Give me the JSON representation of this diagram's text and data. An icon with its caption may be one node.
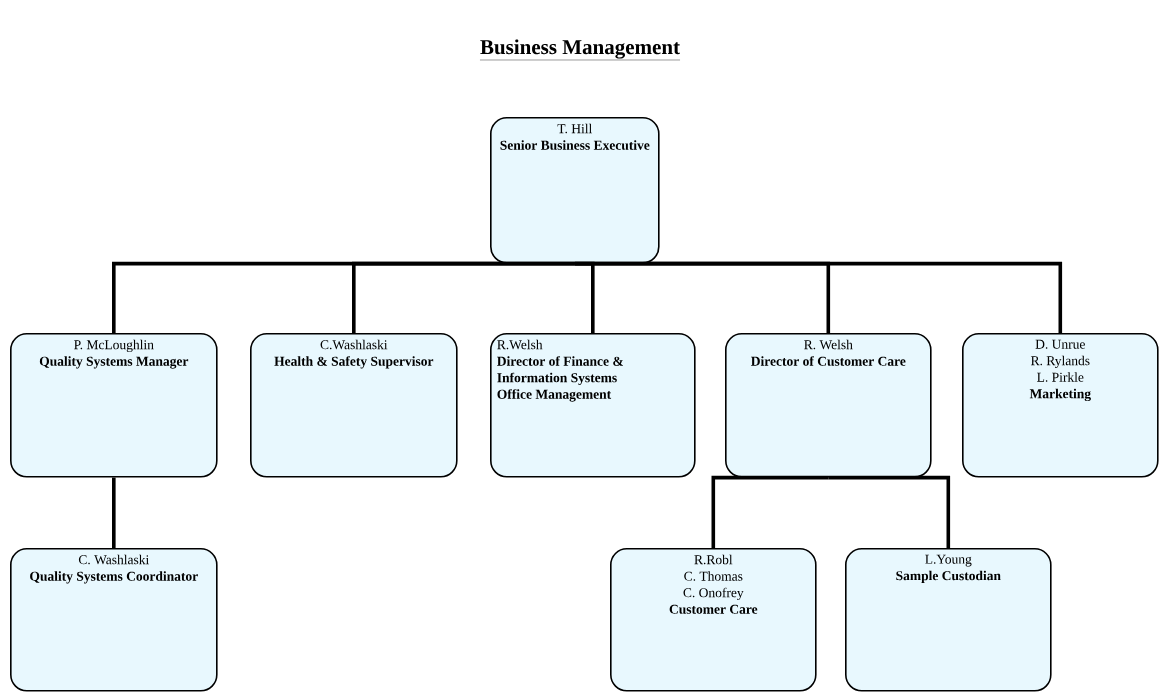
{
  "diagram": {
    "title": "Business Management",
    "nodes": [
      {
        "text": [
          "T. Hill",
          "Senior Business Executive"
        ]
      },
      {
        "text": [
          "P. McLoughlin",
          "Quality Systems Manager"
        ]
      },
      {
        "text": [
          "C.Washlaski",
          "Health & Safety Supervisor"
        ]
      },
      {
        "text": [
          "R.Welsh",
          "Director of Finance & Information Systems",
          "Office Management"
        ]
      },
      {
        "text": [
          "R. Welsh",
          "Director of Customer Care"
        ]
      },
      {
        "text": [
          "D. Unrue",
          "R. Rylands",
          "L. Pirkle",
          "Marketing"
        ]
      },
      {
        "text": [
          "C. Washlaski",
          "Quality Systems Coordinator"
        ]
      },
      {
        "text": [
          "R.Robl",
          "C. Thomas",
          "C. Onofrey",
          "Customer Care"
        ]
      },
      {
        "text": [
          "L.Young",
          "Sample Custodian"
        ]
      }
    ],
    "edges": [
      {
        "from": 0,
        "to": 1,
        "arrow": "none"
      },
      {
        "from": 0,
        "to": 2,
        "arrow": "none"
      },
      {
        "from": 0,
        "to": 3,
        "arrow": "none"
      },
      {
        "from": 0,
        "to": 4,
        "arrow": "none"
      },
      {
        "from": 0,
        "to": 5,
        "arrow": "none"
      },
      {
        "from": 1,
        "to": 6,
        "arrow": "none"
      },
      {
        "from": 4,
        "to": 7,
        "arrow": "none"
      },
      {
        "from": 4,
        "to": 8,
        "arrow": "none"
      }
    ]
  }
}
